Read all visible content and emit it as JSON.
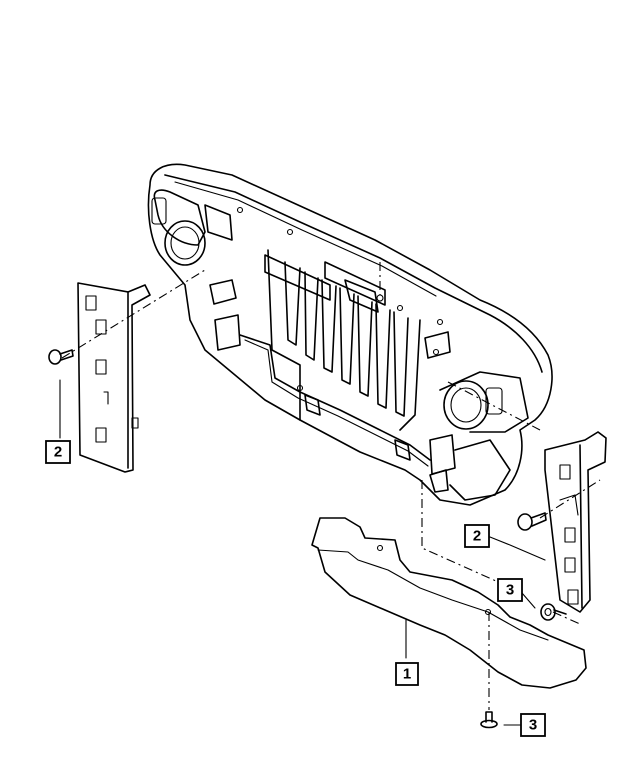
{
  "callouts": [
    {
      "id": "callout-1",
      "label": "1"
    },
    {
      "id": "callout-2-left",
      "label": "2"
    },
    {
      "id": "callout-2-right",
      "label": "2"
    },
    {
      "id": "callout-3-upper",
      "label": "3"
    },
    {
      "id": "callout-3-lower",
      "label": "3"
    }
  ]
}
